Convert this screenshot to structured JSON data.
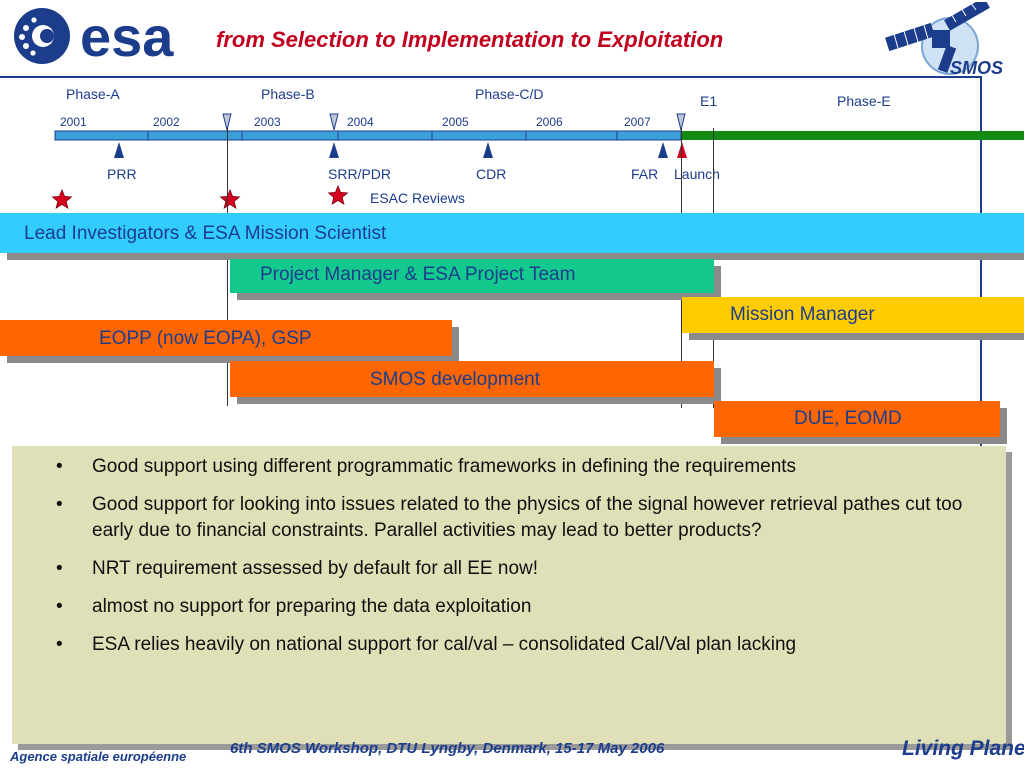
{
  "header": {
    "logo_text": "esa",
    "title": "from Selection to Implementation to Exploitation",
    "mission_logo_text": "SMOS"
  },
  "timeline": {
    "phases": [
      "Phase-A",
      "Phase-B",
      "Phase-C/D",
      "E1",
      "Phase-E"
    ],
    "years": [
      "2001",
      "2002",
      "2003",
      "2004",
      "2005",
      "2006",
      "2007"
    ],
    "milestones": [
      "PRR",
      "SRR/PDR",
      "CDR",
      "FAR",
      "Launch"
    ],
    "review_label": "ESAC Reviews"
  },
  "roles": {
    "lead_investigators": "Lead Investigators & ESA Mission Scientist",
    "project_manager": "Project Manager & ESA Project Team",
    "mission_manager": "Mission Manager",
    "eopp": "EOPP (now EOPA), GSP",
    "smos_development": "SMOS development",
    "due": "DUE, EOMD"
  },
  "notes": {
    "bullet": "•",
    "items": [
      "Good support using different programmatic frameworks in defining the requirements",
      "Good support for looking into issues related to the physics of the signal however retrieval pathes cut too early due to financial constraints. Parallel activities may lead to better products?",
      "NRT requirement assessed by default for all EE now!",
      "almost no support for preparing the data exploitation",
      "ESA relies heavily on national support for cal/val – consolidated Cal/Val plan lacking"
    ]
  },
  "footer": {
    "agency": "Agence spatiale européenne",
    "event": "6th SMOS Workshop, DTU Lyngby, Denmark, 15-17 May 2006",
    "slogan": "Living Planet"
  },
  "colors": {
    "accent_red": "#c0001e",
    "navy": "#1c3d8c",
    "timeline_blue": "#3aa0d8",
    "exploitation_green": "#138a12",
    "cyan_bar": "#33ccff",
    "teal_bar": "#13c98e",
    "yellow_bar": "#ffcc00",
    "orange_bar": "#ff6600",
    "notes_bg": "#dfe0b7"
  }
}
